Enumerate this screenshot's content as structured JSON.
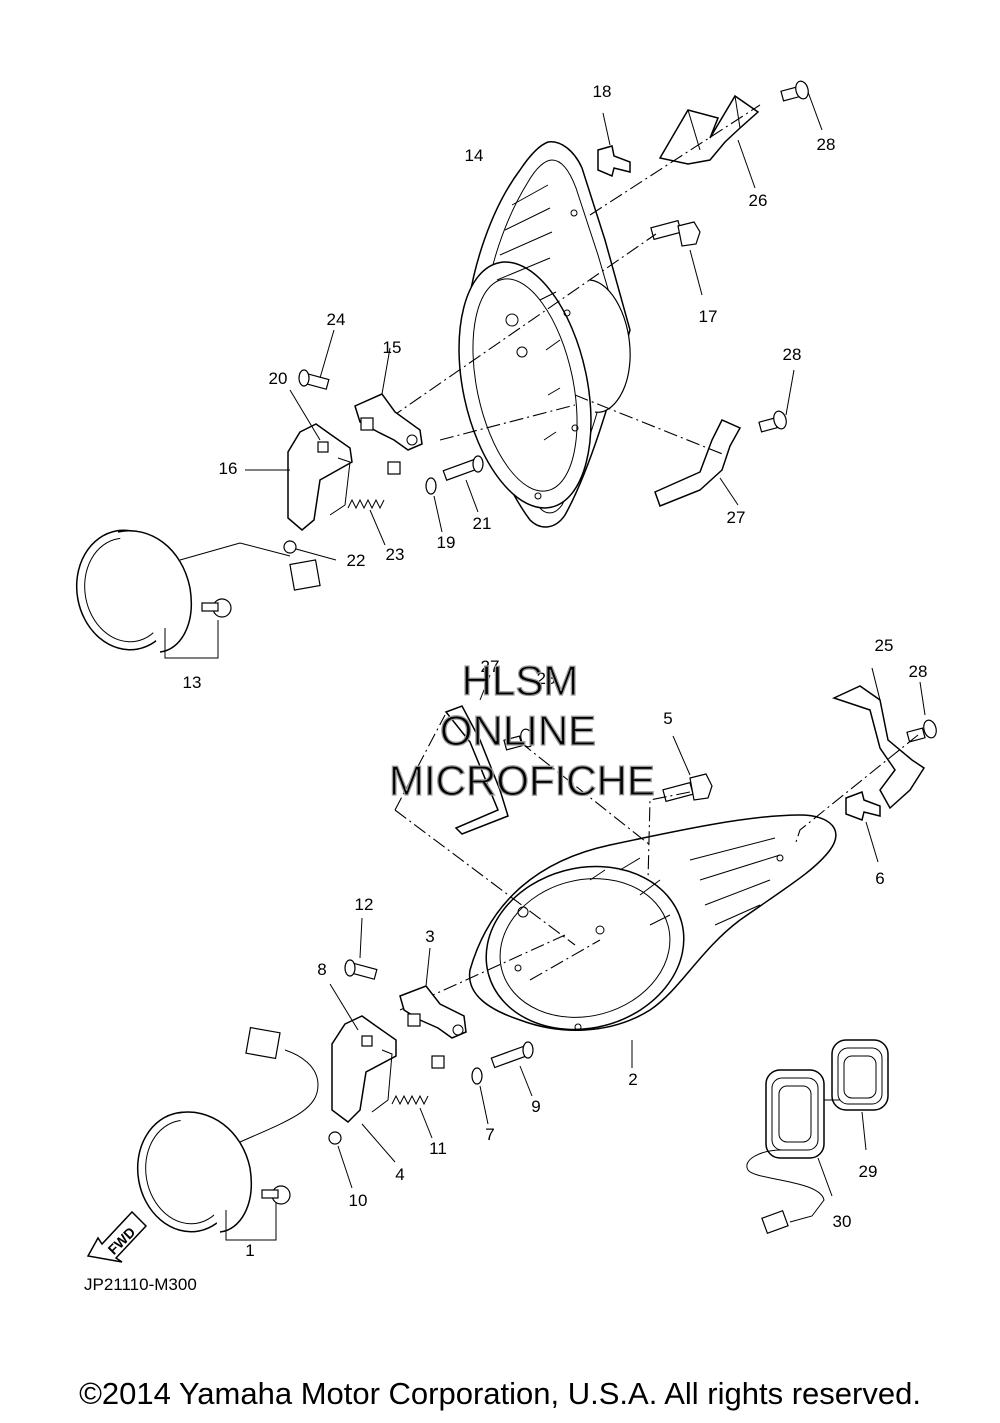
{
  "watermark": {
    "line1": "HLSM",
    "line2": "ONLINE",
    "line3": "MICROFICHE"
  },
  "diagram_code": "JP21110-M300",
  "fwd_label": "FWD",
  "copyright": "©2014 Yamaha Motor Corporation, U.S.A. All rights reserved.",
  "callouts": {
    "c1": "1",
    "c2": "2",
    "c3": "3",
    "c4": "4",
    "c5": "5",
    "c6": "6",
    "c7": "7",
    "c8": "8",
    "c9": "9",
    "c10": "10",
    "c11": "11",
    "c12": "12",
    "c13": "13",
    "c14": "14",
    "c15": "15",
    "c16": "16",
    "c17": "17",
    "c18": "18",
    "c19": "19",
    "c20": "20",
    "c21": "21",
    "c22": "22",
    "c23": "23",
    "c24": "24",
    "c25": "25",
    "c26": "26",
    "c27a": "27",
    "c27b": "27",
    "c28a": "28",
    "c28b": "28",
    "c28c": "28",
    "c28d": "28",
    "c29": "29",
    "c30": "30"
  }
}
